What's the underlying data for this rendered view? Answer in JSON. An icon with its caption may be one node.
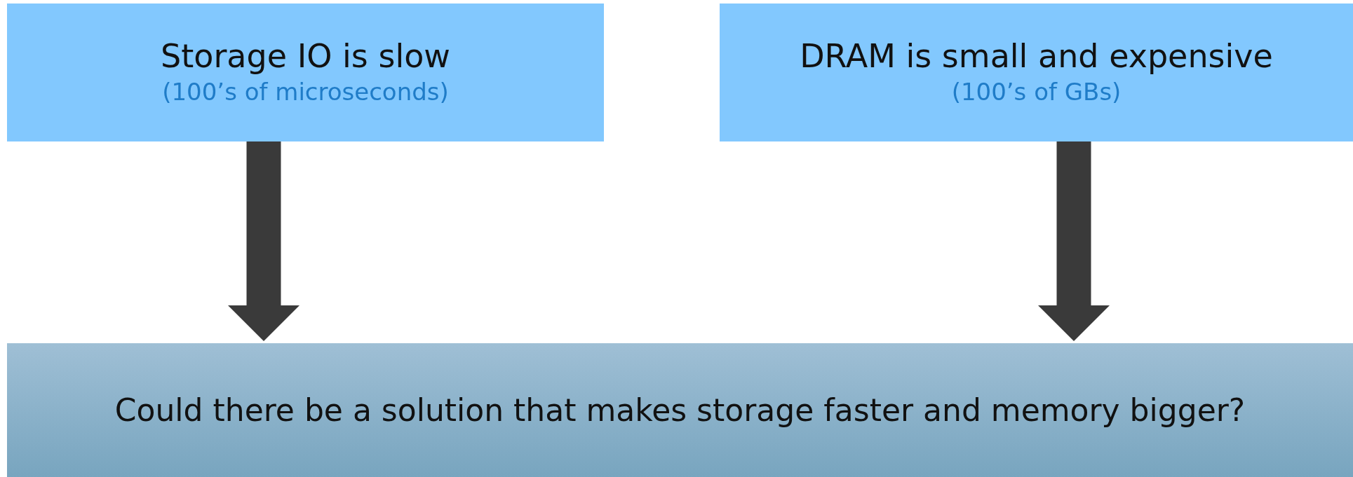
{
  "diagram": {
    "nodes": [
      {
        "text": [
          "Storage IO is slow",
          "(100’s of microseconds)"
        ]
      },
      {
        "text": [
          "DRAM is small and expensive",
          "(100’s of GBs)"
        ]
      },
      {
        "text": [
          "Could there be a solution that makes storage faster and memory bigger?"
        ]
      }
    ],
    "edges": [
      {
        "from": 0,
        "to": 2,
        "arrow": "to"
      },
      {
        "from": 1,
        "to": 2,
        "arrow": "to"
      }
    ]
  }
}
